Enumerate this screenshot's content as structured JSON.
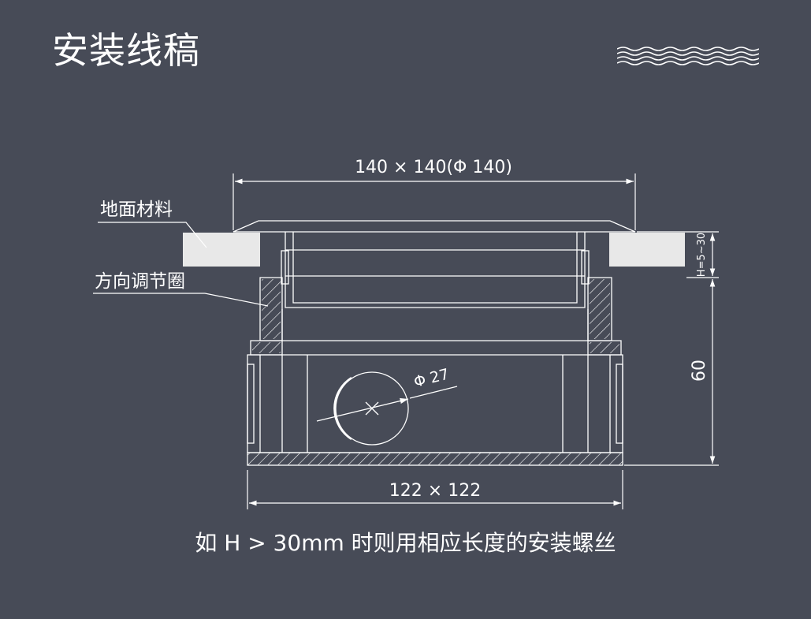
{
  "title": "安装线稿",
  "icons": {
    "decoration": "wave-lines-icon"
  },
  "colors": {
    "background": "#474b57",
    "line": "#ffffff",
    "floor_block": "#e8e8e8"
  },
  "labels": {
    "floor_material": "地面材料",
    "direction_ring": "方向调节圈",
    "top_dimension": "140 × 140(Φ 140)",
    "bottom_dimension": "122 × 122",
    "hole_dimension": "Φ 27",
    "height_range": "H=5~30",
    "height": "60"
  },
  "note": "如 H > 30mm 时则用相应长度的安装螺丝"
}
